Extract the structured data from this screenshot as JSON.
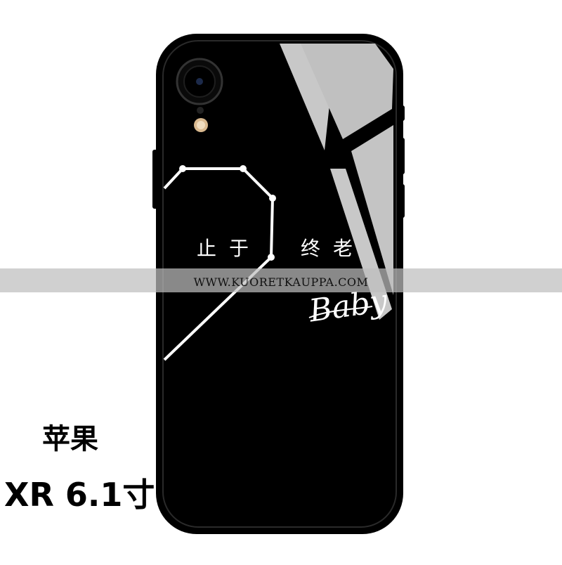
{
  "watermark": {
    "text": "WWW.KUORETKAUPPA.COM"
  },
  "case_design": {
    "chinese_phrase_left": "止于",
    "chinese_phrase_right": "终老",
    "script_word": "Baby"
  },
  "model_label": {
    "line1": "苹果",
    "line2": "XR 6.1寸"
  },
  "colors": {
    "case_body": "#000000",
    "glass_shine": "#c8c8c8",
    "line_art": "#ffffff",
    "watermark_band": "#bebebe"
  }
}
